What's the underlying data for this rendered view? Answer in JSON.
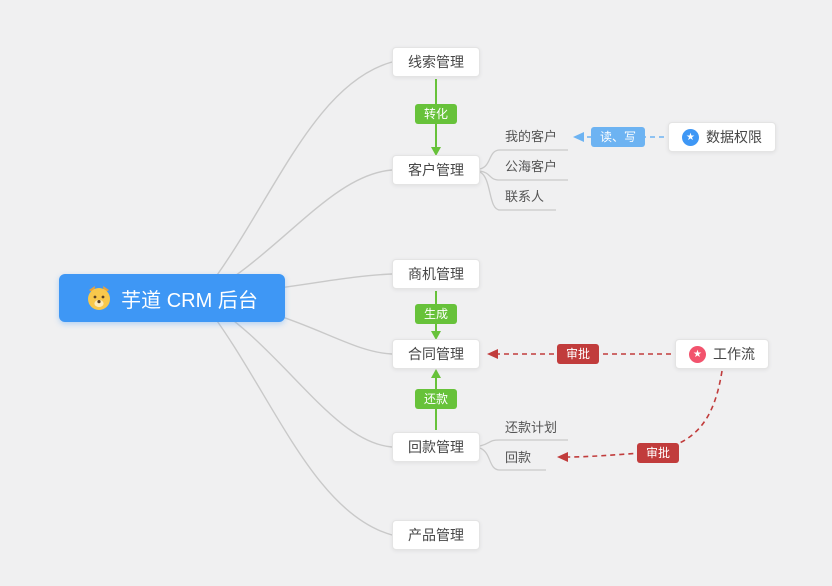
{
  "root": {
    "label": "芋道 CRM 后台",
    "color": "#3e97f5",
    "icon": "dog-icon"
  },
  "branches": [
    {
      "label": "线索管理"
    },
    {
      "label": "客户管理"
    },
    {
      "label": "商机管理"
    },
    {
      "label": "合同管理"
    },
    {
      "label": "回款管理"
    },
    {
      "label": "产品管理"
    }
  ],
  "customer_children": [
    {
      "label": "我的客户"
    },
    {
      "label": "公海客户"
    },
    {
      "label": "联系人"
    }
  ],
  "receivable_children": [
    {
      "label": "还款计划"
    },
    {
      "label": "回款"
    }
  ],
  "right_nodes": [
    {
      "label": "数据权限",
      "icon": "star-icon",
      "icon_color": "#3e97f5"
    },
    {
      "label": "工作流",
      "icon": "star-icon",
      "icon_color": "#f2536d"
    }
  ],
  "edge_labels": {
    "convert": "转化",
    "generate": "生成",
    "repay": "还款",
    "read_write": "读、写",
    "approve_contract": "审批",
    "approve_receivable": "审批"
  },
  "colors": {
    "background": "#f0f0f1",
    "root_blue": "#3e97f5",
    "green": "#67c23a",
    "light_blue": "#6db3f2",
    "red": "#c13c3c",
    "wire_gray": "#c9c9c9"
  }
}
